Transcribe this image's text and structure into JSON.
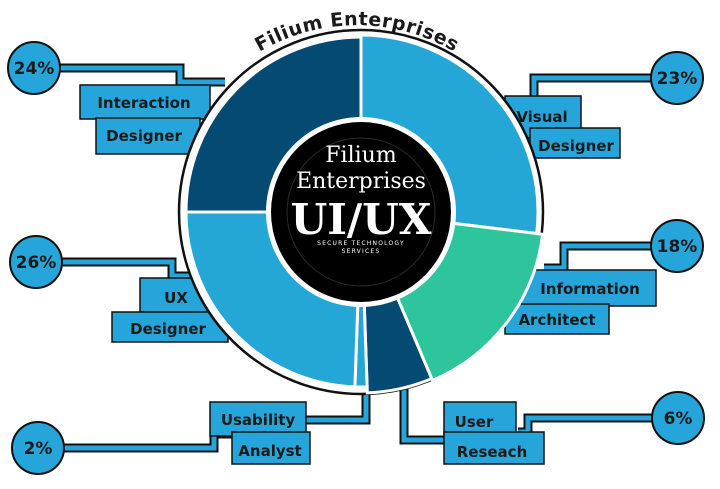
{
  "diagram": {
    "title": "Filium Enterprises",
    "center": {
      "line1": "Filium",
      "line2": "Enterprises",
      "main": "UI/UX",
      "sub1": "SECURE TECHNOLOGY",
      "sub2": "SERVICES"
    },
    "segments": [
      {
        "percent": "24%",
        "label_line1": "Interaction",
        "label_line2": "Designer",
        "value": 24,
        "color": "#044a72"
      },
      {
        "percent": "23%",
        "label_line1": "Visual",
        "label_line2": "Designer",
        "value": 23,
        "color": "#24a6d6"
      },
      {
        "percent": "18%",
        "label_line1": "Information",
        "label_line2": "Architect",
        "value": 18,
        "color": "#2ec49c"
      },
      {
        "percent": "6%",
        "label_line1": "User",
        "label_line2": "Reseach",
        "value": 6,
        "color": "#044a72"
      },
      {
        "percent": "2%",
        "label_line1": "Usability",
        "label_line2": "Analyst",
        "value": 2,
        "color": "#24a6d6"
      },
      {
        "percent": "26%",
        "label_line1": "UX",
        "label_line2": "Designer",
        "value": 26,
        "color": "#24a6d6"
      }
    ],
    "colors": {
      "callout_fill": "#25a5d9",
      "outline": "#111111",
      "center_disc": "#000000",
      "gap": "#ffffff"
    }
  }
}
